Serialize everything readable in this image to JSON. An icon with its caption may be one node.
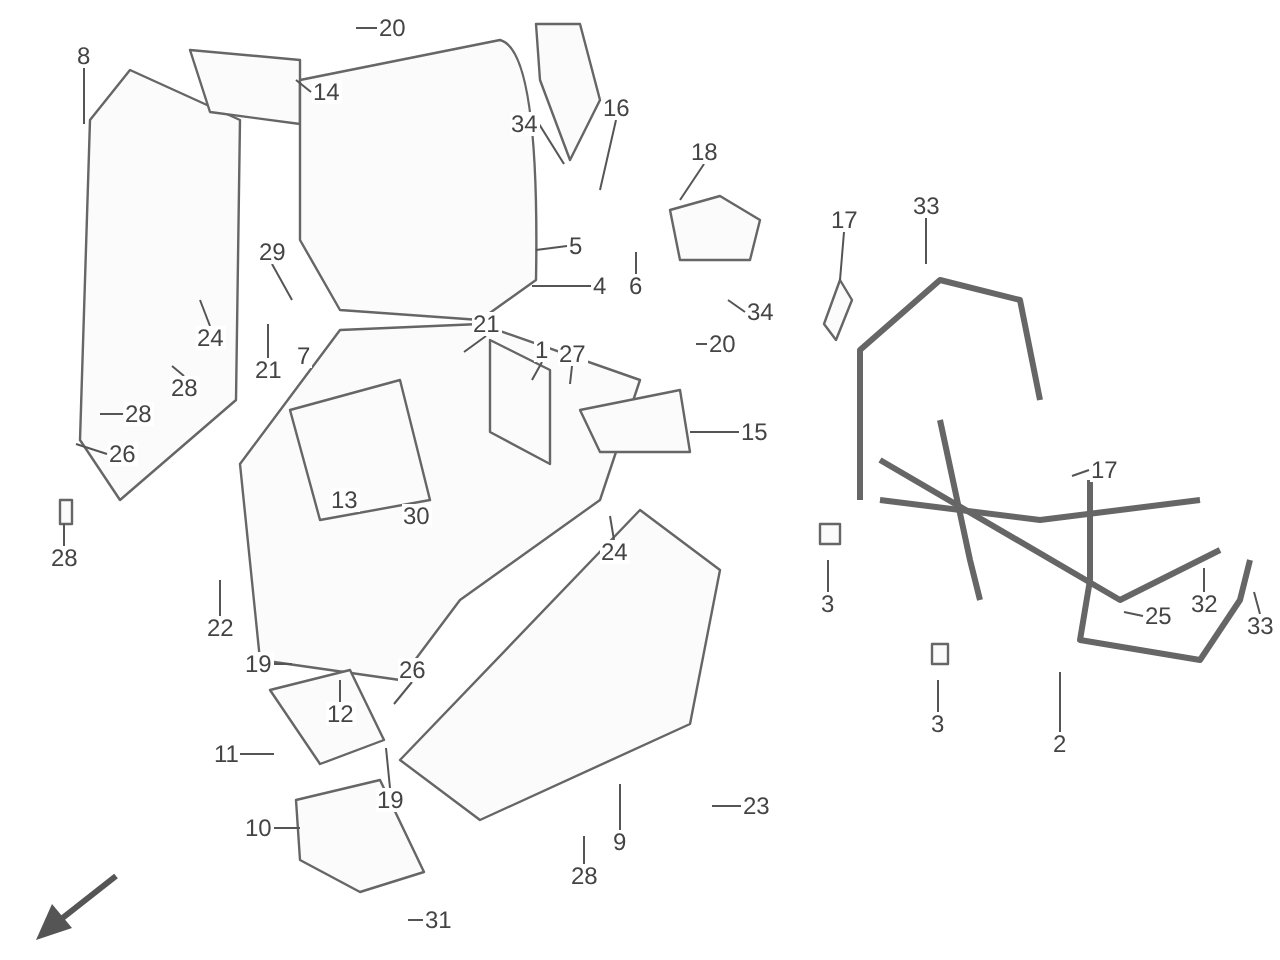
{
  "diagram": {
    "nodes": [
      {
        "text": [
          "20"
        ]
      },
      {
        "text": [
          "8"
        ]
      },
      {
        "text": [
          "14"
        ]
      },
      {
        "text": [
          "16"
        ]
      },
      {
        "text": [
          "34"
        ]
      },
      {
        "text": [
          "18"
        ]
      },
      {
        "text": [
          "5"
        ]
      },
      {
        "text": [
          "4"
        ]
      },
      {
        "text": [
          "6"
        ]
      },
      {
        "text": [
          "29"
        ]
      },
      {
        "text": [
          "24"
        ]
      },
      {
        "text": [
          "17"
        ]
      },
      {
        "text": [
          "33"
        ]
      },
      {
        "text": [
          "34"
        ]
      },
      {
        "text": [
          "21"
        ]
      },
      {
        "text": [
          "7"
        ]
      },
      {
        "text": [
          "21"
        ]
      },
      {
        "text": [
          "1"
        ]
      },
      {
        "text": [
          "27"
        ]
      },
      {
        "text": [
          "28"
        ]
      },
      {
        "text": [
          "20"
        ]
      },
      {
        "text": [
          "28"
        ]
      },
      {
        "text": [
          "26"
        ]
      },
      {
        "text": [
          "15"
        ]
      },
      {
        "text": [
          "13"
        ]
      },
      {
        "text": [
          "30"
        ]
      },
      {
        "text": [
          "17"
        ]
      },
      {
        "text": [
          "28"
        ]
      },
      {
        "text": [
          "24"
        ]
      },
      {
        "text": [
          "3"
        ]
      },
      {
        "text": [
          "22"
        ]
      },
      {
        "text": [
          "19"
        ]
      },
      {
        "text": [
          "12"
        ]
      },
      {
        "text": [
          "26"
        ]
      },
      {
        "text": [
          "25"
        ]
      },
      {
        "text": [
          "32"
        ]
      },
      {
        "text": [
          "33"
        ]
      },
      {
        "text": [
          "3"
        ]
      },
      {
        "text": [
          "2"
        ]
      },
      {
        "text": [
          "11"
        ]
      },
      {
        "text": [
          "19"
        ]
      },
      {
        "text": [
          "10"
        ]
      },
      {
        "text": [
          "23"
        ]
      },
      {
        "text": [
          "9"
        ]
      },
      {
        "text": [
          "28"
        ]
      },
      {
        "text": [
          "31"
        ]
      }
    ],
    "edges": [
      {
        "from": 0,
        "to": null,
        "arrow": "none"
      },
      {
        "from": 1,
        "to": null,
        "arrow": "none"
      },
      {
        "from": 2,
        "to": null,
        "arrow": "none"
      },
      {
        "from": 3,
        "to": null,
        "arrow": "none"
      },
      {
        "from": 4,
        "to": null,
        "arrow": "none"
      },
      {
        "from": 5,
        "to": null,
        "arrow": "none"
      },
      {
        "from": 6,
        "to": null,
        "arrow": "none"
      },
      {
        "from": 7,
        "to": null,
        "arrow": "none"
      },
      {
        "from": 8,
        "to": null,
        "arrow": "none"
      },
      {
        "from": 9,
        "to": null,
        "arrow": "none"
      },
      {
        "from": 10,
        "to": null,
        "arrow": "none"
      },
      {
        "from": 11,
        "to": null,
        "arrow": "none"
      },
      {
        "from": 12,
        "to": null,
        "arrow": "none"
      },
      {
        "from": 13,
        "to": null,
        "arrow": "none"
      },
      {
        "from": 14,
        "to": null,
        "arrow": "none"
      },
      {
        "from": 16,
        "to": null,
        "arrow": "none"
      },
      {
        "from": 17,
        "to": null,
        "arrow": "none"
      },
      {
        "from": 18,
        "to": null,
        "arrow": "none"
      },
      {
        "from": 19,
        "to": null,
        "arrow": "none"
      },
      {
        "from": 20,
        "to": null,
        "arrow": "none"
      },
      {
        "from": 21,
        "to": null,
        "arrow": "none"
      },
      {
        "from": 22,
        "to": null,
        "arrow": "none"
      },
      {
        "from": 23,
        "to": null,
        "arrow": "none"
      },
      {
        "from": 26,
        "to": null,
        "arrow": "none"
      },
      {
        "from": 27,
        "to": null,
        "arrow": "none"
      },
      {
        "from": 28,
        "to": null,
        "arrow": "none"
      },
      {
        "from": 29,
        "to": null,
        "arrow": "none"
      },
      {
        "from": 30,
        "to": null,
        "arrow": "none"
      },
      {
        "from": 31,
        "to": null,
        "arrow": "none"
      },
      {
        "from": 32,
        "to": null,
        "arrow": "none"
      },
      {
        "from": 33,
        "to": null,
        "arrow": "none"
      },
      {
        "from": 34,
        "to": null,
        "arrow": "none"
      },
      {
        "from": 35,
        "to": null,
        "arrow": "none"
      },
      {
        "from": 36,
        "to": null,
        "arrow": "none"
      },
      {
        "from": 37,
        "to": null,
        "arrow": "none"
      },
      {
        "from": 38,
        "to": null,
        "arrow": "none"
      },
      {
        "from": 39,
        "to": null,
        "arrow": "none"
      },
      {
        "from": 40,
        "to": null,
        "arrow": "none"
      },
      {
        "from": 41,
        "to": null,
        "arrow": "none"
      },
      {
        "from": 42,
        "to": null,
        "arrow": "none"
      },
      {
        "from": 43,
        "to": null,
        "arrow": "none"
      },
      {
        "from": 44,
        "to": null,
        "arrow": "none"
      },
      {
        "from": 45,
        "to": null,
        "arrow": "none"
      }
    ]
  }
}
